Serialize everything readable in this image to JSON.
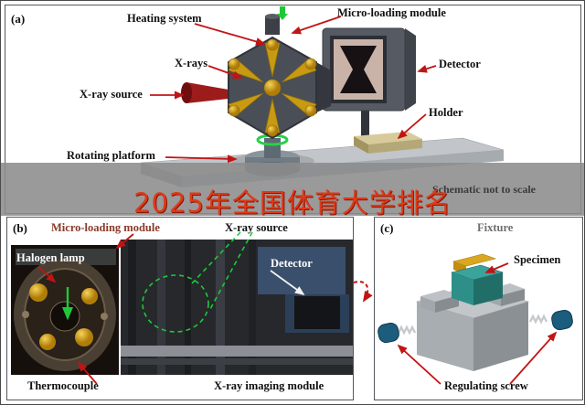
{
  "colors": {
    "arrow": "#c11414",
    "darkred_label": "#8b3a2a",
    "green": "#1fc837",
    "watermark_red": "#dd3a17",
    "band_gray": "rgba(140,140,140,0.88)",
    "specimen_teal": "#2e8f89",
    "screw_blue": "#1c5c7c",
    "gold": "#d9a820",
    "fixture_title_gray": "#6f6f6f"
  },
  "watermark": {
    "text": "2025年全国体育大学排名"
  },
  "panel_a": {
    "tag": "(a)",
    "labels": {
      "heating_system": "Heating system",
      "micro_loading_module": "Micro-loading module",
      "x_rays": "X-rays",
      "detector": "Detector",
      "x_ray_source": "X-ray source",
      "holder": "Holder",
      "rotating_platform": "Rotating platform"
    },
    "note": "Schematic not to scale"
  },
  "panel_b": {
    "tag": "(b)",
    "labels": {
      "micro_loading_module": "Micro-loading module",
      "x_ray_source": "X-ray source",
      "halogen_lamp": "Halogen lamp",
      "detector": "Detector",
      "thermocouple": "Thermocouple",
      "x_ray_imaging_module": "X-ray imaging module"
    }
  },
  "panel_c": {
    "tag": "(c)",
    "title": "Fixture",
    "labels": {
      "specimen": "Specimen",
      "regulating_screw": "Regulating screw"
    }
  }
}
